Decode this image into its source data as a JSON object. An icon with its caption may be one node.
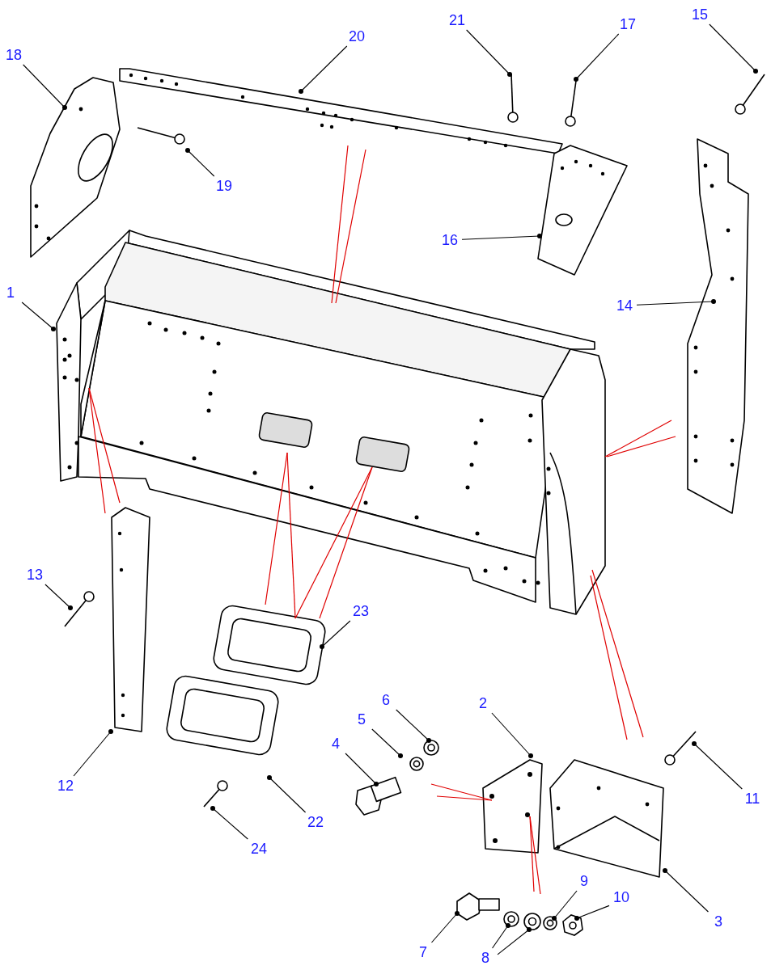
{
  "diagram": {
    "nodes": [
      {
        "text": [
          "18"
        ]
      },
      {
        "text": [
          "20"
        ]
      },
      {
        "text": [
          "21"
        ]
      },
      {
        "text": [
          "17"
        ]
      },
      {
        "text": [
          "15"
        ]
      },
      {
        "text": [
          "19"
        ]
      },
      {
        "text": [
          "16"
        ]
      },
      {
        "text": [
          "1"
        ]
      },
      {
        "text": [
          "14"
        ]
      },
      {
        "text": [
          "13"
        ]
      },
      {
        "text": [
          "23"
        ]
      },
      {
        "text": [
          "6"
        ]
      },
      {
        "text": [
          "2"
        ]
      },
      {
        "text": [
          "5"
        ]
      },
      {
        "text": [
          "4"
        ]
      },
      {
        "text": [
          "11"
        ]
      },
      {
        "text": [
          "12"
        ]
      },
      {
        "text": [
          "22"
        ]
      },
      {
        "text": [
          "24"
        ]
      },
      {
        "text": [
          "3"
        ]
      },
      {
        "text": [
          "9"
        ]
      },
      {
        "text": [
          "10"
        ]
      },
      {
        "text": [
          "7"
        ]
      },
      {
        "text": [
          "8"
        ]
      },
      {
        "text": [],
        "shape": "picture"
      },
      {
        "text": [],
        "shape": "picture"
      },
      {
        "text": [],
        "shape": "picture"
      },
      {
        "text": [],
        "shape": "picture"
      }
    ],
    "edges": [
      {
        "from": 0,
        "to": null,
        "arrow": "other"
      },
      {
        "from": 1,
        "to": null,
        "arrow": "other"
      },
      {
        "from": 2,
        "to": null,
        "arrow": "other"
      },
      {
        "from": 3,
        "to": null,
        "arrow": "other"
      },
      {
        "from": 4,
        "to": null,
        "arrow": "other"
      },
      {
        "from": 5,
        "to": null,
        "arrow": "other"
      },
      {
        "from": 6,
        "to": null,
        "arrow": "other"
      },
      {
        "from": 7,
        "to": null,
        "arrow": "other"
      },
      {
        "from": 8,
        "to": null,
        "arrow": "other"
      },
      {
        "from": 9,
        "to": null,
        "arrow": "other"
      },
      {
        "from": 10,
        "to": null,
        "arrow": "other"
      },
      {
        "from": 11,
        "to": null,
        "arrow": "other"
      },
      {
        "from": 12,
        "to": null,
        "arrow": "other"
      },
      {
        "from": 13,
        "to": null,
        "arrow": "other"
      },
      {
        "from": 14,
        "to": null,
        "arrow": "other"
      },
      {
        "from": 15,
        "to": null,
        "arrow": "other"
      },
      {
        "from": 16,
        "to": null,
        "arrow": "other"
      },
      {
        "from": 17,
        "to": null,
        "arrow": "other"
      },
      {
        "from": 18,
        "to": null,
        "arrow": "other"
      },
      {
        "from": 19,
        "to": null,
        "arrow": "other"
      },
      {
        "from": 20,
        "to": 26,
        "arrow": "other"
      },
      {
        "from": 21,
        "to": 27,
        "arrow": "other"
      },
      {
        "from": 22,
        "to": null,
        "arrow": "other"
      },
      {
        "from": 23,
        "to": 24,
        "arrow": "other"
      },
      {
        "from": 23,
        "to": 25,
        "arrow": "other"
      }
    ]
  }
}
